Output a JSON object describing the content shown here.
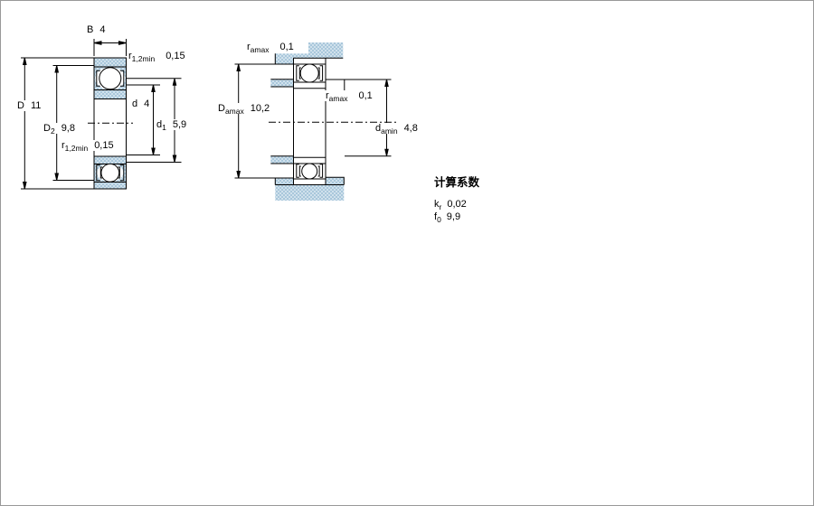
{
  "drawing": {
    "left_view": {
      "b": {
        "symbol": "B",
        "value": "4"
      },
      "r_top": {
        "symbol": "r",
        "subscript": "1,2min",
        "value": "0,15"
      },
      "D": {
        "symbol": "D",
        "value": "11"
      },
      "D2": {
        "symbol": "D",
        "subscript": "2",
        "value": "9,8"
      },
      "d": {
        "symbol": "d",
        "value": "4"
      },
      "d1": {
        "symbol": "d",
        "subscript": "1",
        "value": "5,9"
      },
      "r_bottom": {
        "symbol": "r",
        "subscript": "1,2min",
        "value": "0,15"
      }
    },
    "right_view": {
      "ra_top": {
        "symbol": "r",
        "subscript": "amax",
        "value": "0,1"
      },
      "Da_max": {
        "symbol": "D",
        "subscript": "amax",
        "value": "10,2"
      },
      "ra_mid": {
        "symbol": "r",
        "subscript": "amax",
        "value": "0,1"
      },
      "da_min": {
        "symbol": "d",
        "subscript": "amin",
        "value": "4,8"
      }
    },
    "calculation_factors": {
      "title": "计算系数",
      "kr": {
        "symbol": "k",
        "subscript": "r",
        "value": "0,02"
      },
      "f0": {
        "symbol": "f",
        "subscript": "0",
        "value": "9,9"
      }
    },
    "colors": {
      "section_fill": "#a9c7db",
      "section_fill_dot": "#d0e1ec",
      "line": "#000000",
      "background": "#ffffff"
    }
  }
}
